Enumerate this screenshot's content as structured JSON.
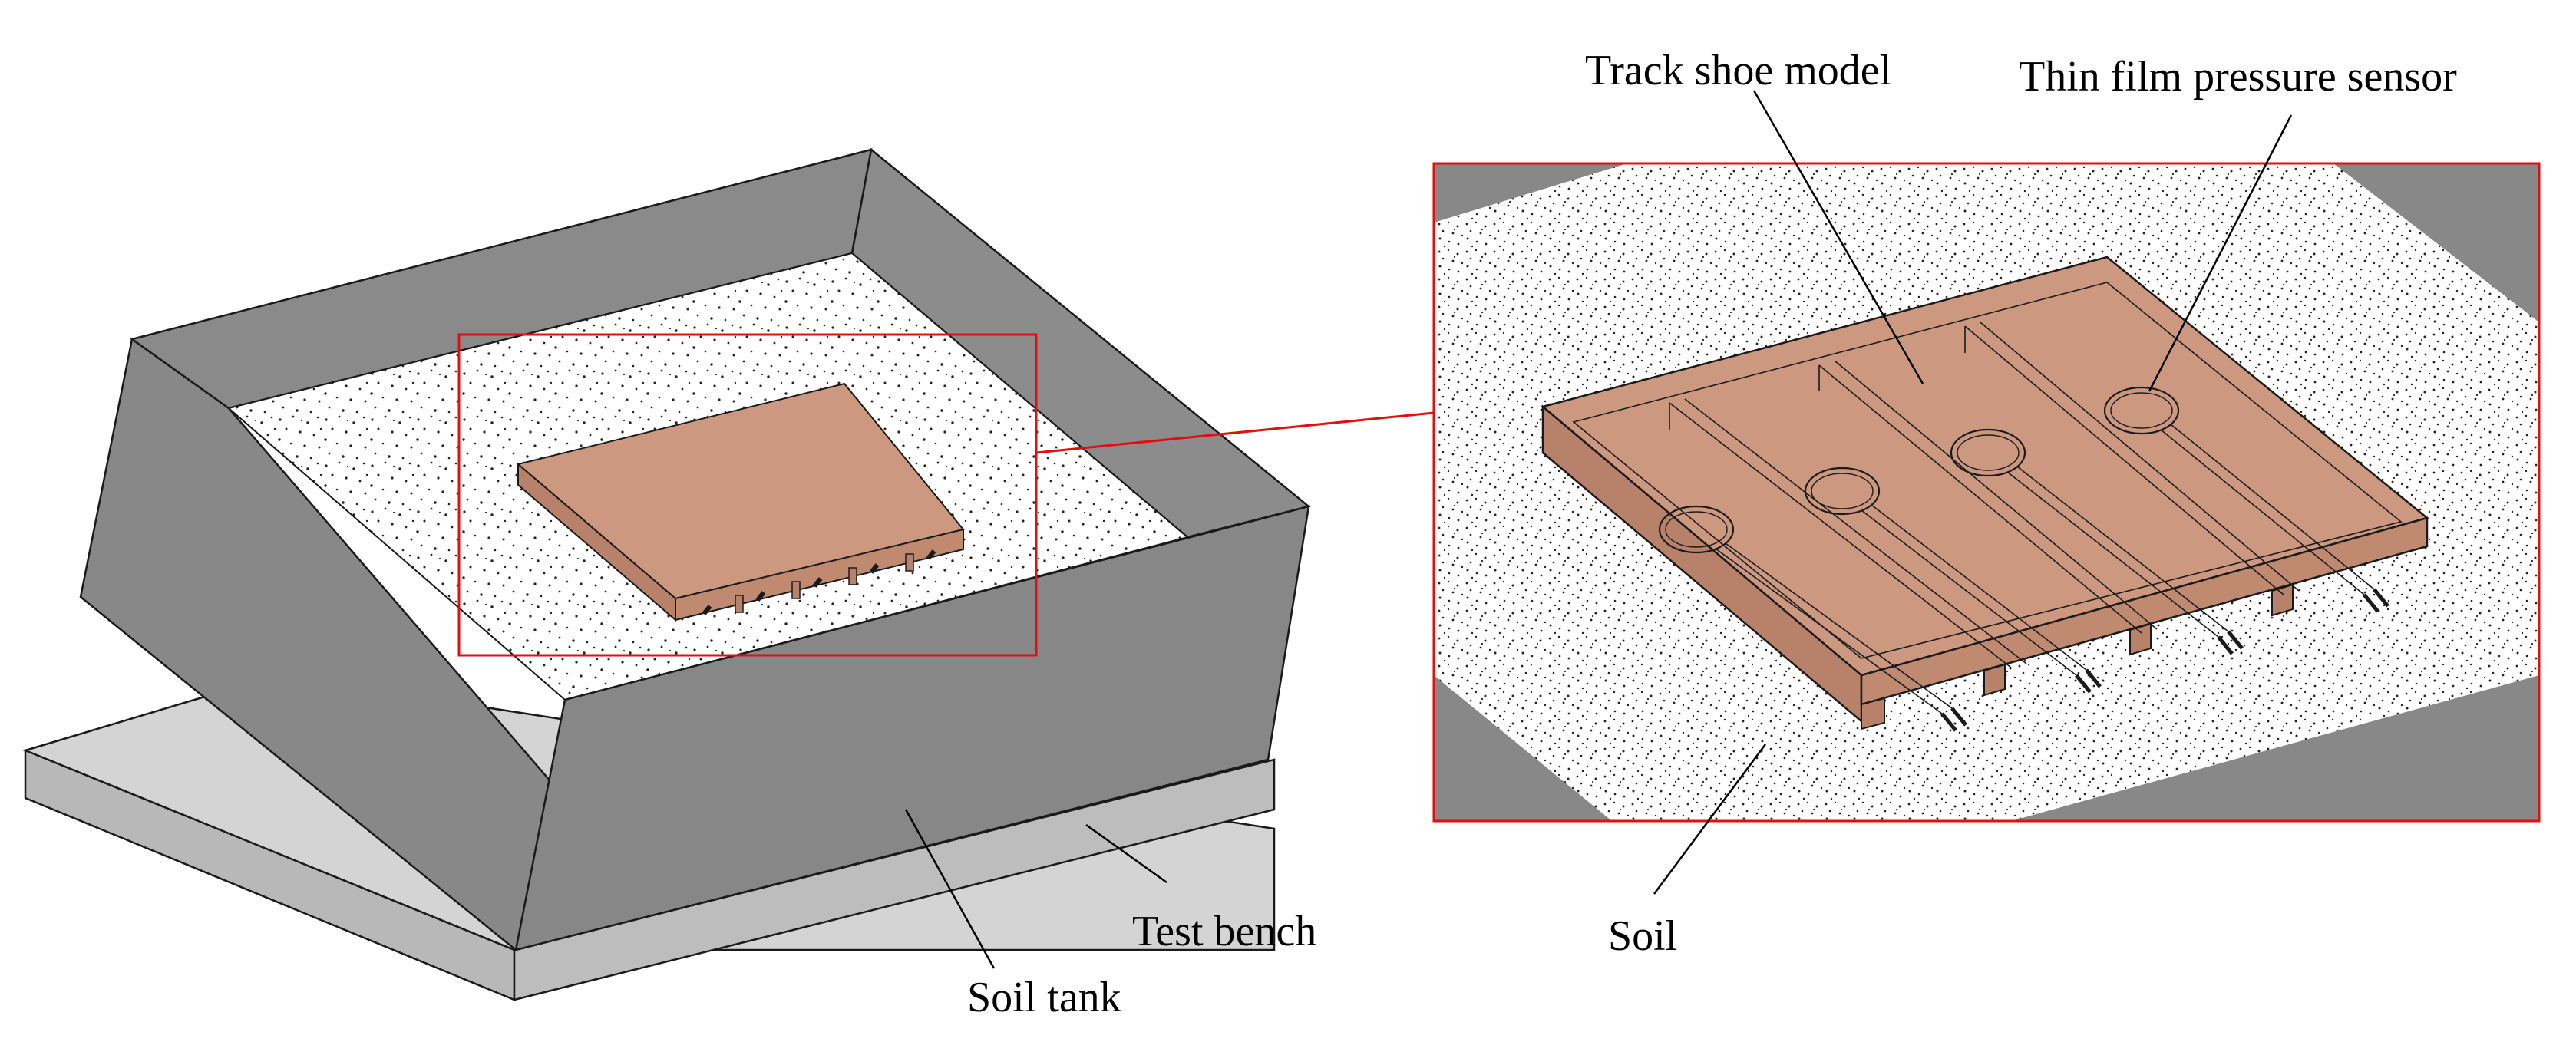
{
  "labels": {
    "track_shoe_model": "Track shoe model",
    "thin_film_pressure_sensor": "Thin film pressure sensor",
    "test_bench": "Test bench",
    "soil_tank": "Soil tank",
    "soil": "Soil"
  },
  "colors": {
    "tank_gray": "#888888",
    "tank_edge": "#1a1a1a",
    "bench_top": "#d4d4d4",
    "bench_side": "#b0b0b0",
    "shoe": "#cc9980",
    "shoe_dark": "#b8826a",
    "highlight_frame": "#e01010",
    "soil_bg": "#ffffff",
    "soil_dots": "#222222"
  }
}
